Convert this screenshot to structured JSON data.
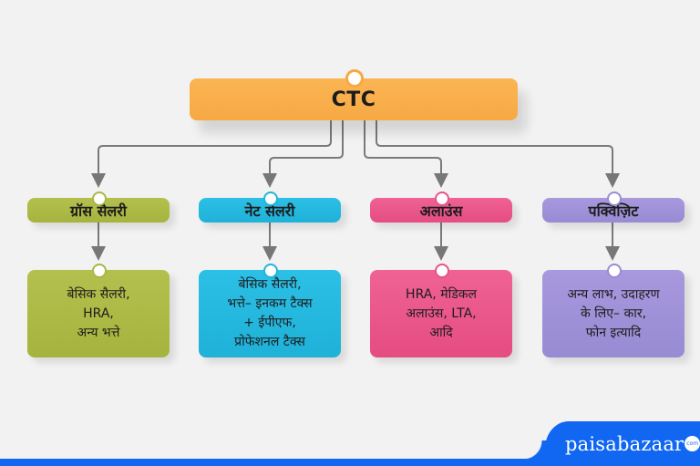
{
  "diagram": {
    "root": {
      "label": "CTC",
      "color": "#F6A944"
    },
    "branches": [
      {
        "title": "ग्रॉस सैलरी",
        "color": "#A9B744",
        "detail": "बेसिक सैलरी,\nHRA,\nअन्य भत्ते"
      },
      {
        "title": "नेट सैलरी",
        "color": "#22B5DC",
        "detail": "बेसिक सैलरी,\nभत्ते– इनकम टैक्स\n+ ईपीएफ,\nप्रोफेशनल टैक्स"
      },
      {
        "title": "अलाउंस",
        "color": "#E85388",
        "detail": "HRA, मेडिकल\nअलाउंस, LTA,\nआदि"
      },
      {
        "title": "पर्क्विज़िट",
        "color": "#9A8DD5",
        "detail": "अन्य लाभ, उदाहरण\nके लिए– कार,\nफोन इत्यादि"
      }
    ]
  },
  "branding": {
    "name": "paisabazaar",
    "suffix": "com",
    "color": "#1167F2"
  }
}
